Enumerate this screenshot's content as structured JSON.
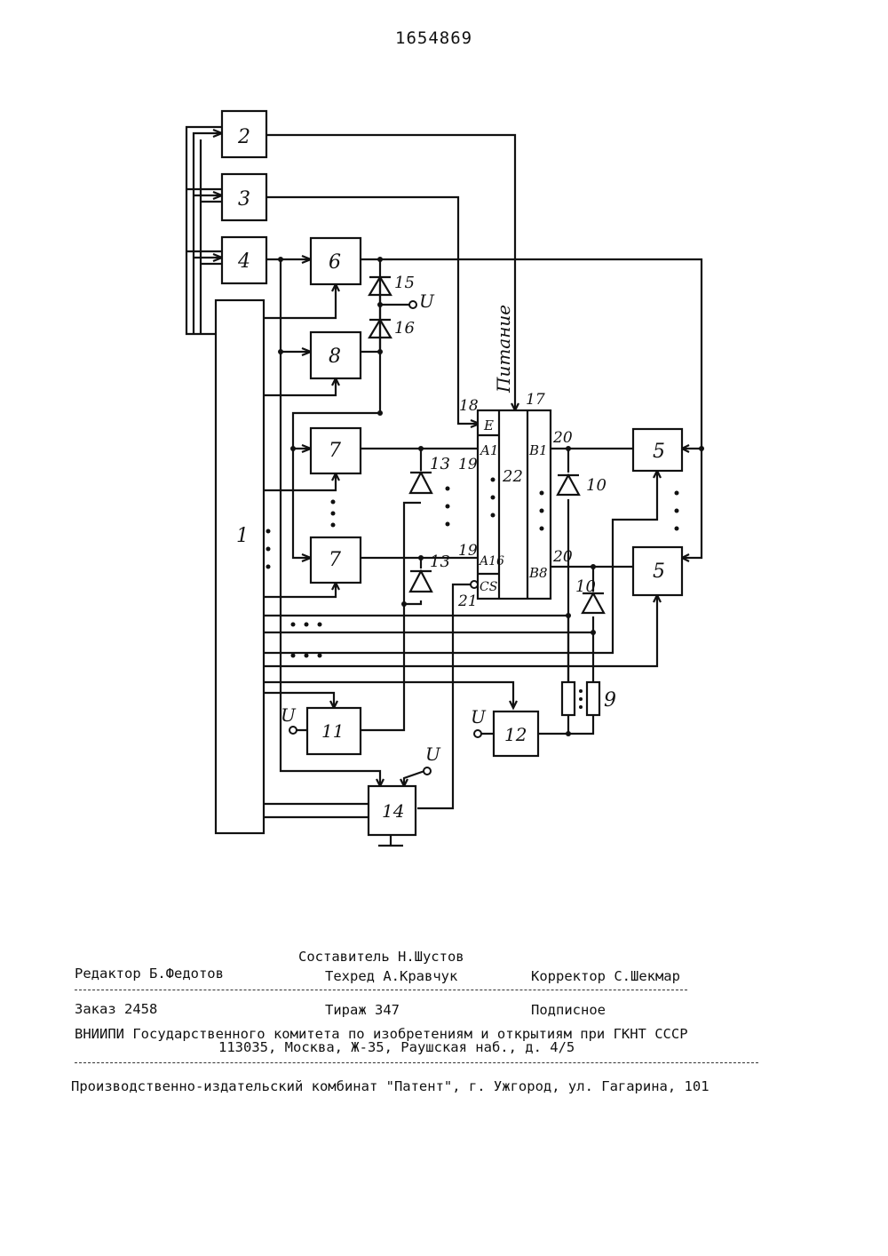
{
  "patent_number": "1654869",
  "diagram": {
    "blocks": [
      "1",
      "2",
      "3",
      "4",
      "5",
      "5",
      "6",
      "7",
      "7",
      "8",
      "9",
      "11",
      "12",
      "14",
      "22"
    ],
    "components": [
      "10",
      "10",
      "13",
      "13",
      "15",
      "16"
    ],
    "terminals": [
      "17",
      "18",
      "19",
      "19",
      "20",
      "20",
      "21"
    ],
    "pins": [
      "E",
      "A1",
      "A16",
      "CS",
      "B1",
      "B8"
    ],
    "supply": "U",
    "power_label": "Питание"
  },
  "footer": {
    "composer": "Составитель  Н.Шустов",
    "editor": "Редактор Б.Федотов",
    "techred": "Техред А.Кравчук",
    "corrector": "Корректор С.Шекмар",
    "order": "Заказ 2458",
    "circulation": "Тираж 347",
    "subscription": "Подписное",
    "org": "ВНИИПИ Государственного комитета по изобретениям и открытиям при ГКНТ СССР",
    "address": "113035, Москва, Ж-35, Раушская наб., д. 4/5",
    "printer": "Производственно-издательский комбинат \"Патент\", г. Ужгород, ул. Гагарина, 101"
  }
}
